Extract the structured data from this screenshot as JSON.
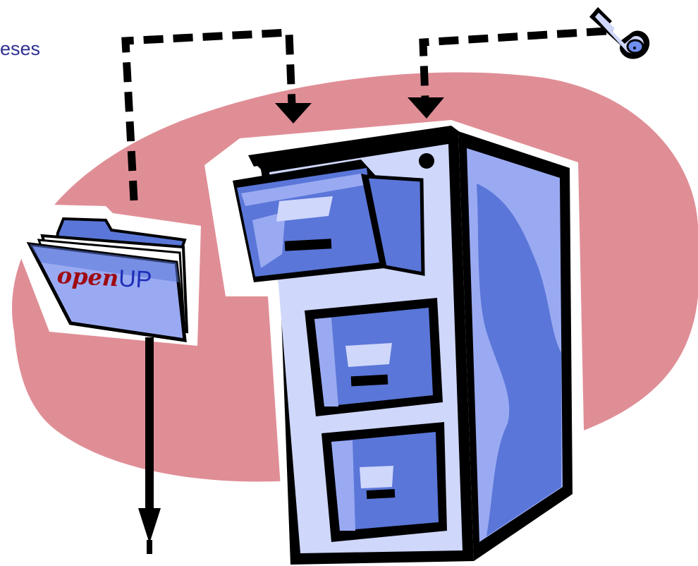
{
  "caption": {
    "text": "eses"
  },
  "folder": {
    "label_part1": "open",
    "label_part2": "UP"
  },
  "colors": {
    "ellipse_fill": "#e08e96",
    "cabinet_light": "#cfd7fb",
    "cabinet_mid": "#9aaaf2",
    "cabinet_dark": "#5a76d8",
    "outline": "#000000",
    "caption_text": "#2e3192",
    "open_text": "#9e0a12",
    "up_text": "#1f2fb8",
    "key_fill": "#6f8ff0"
  },
  "icons": [
    "key-icon",
    "folder-icon",
    "filing-cabinet-icon",
    "dashed-arrow-icon",
    "down-arrow-icon"
  ]
}
